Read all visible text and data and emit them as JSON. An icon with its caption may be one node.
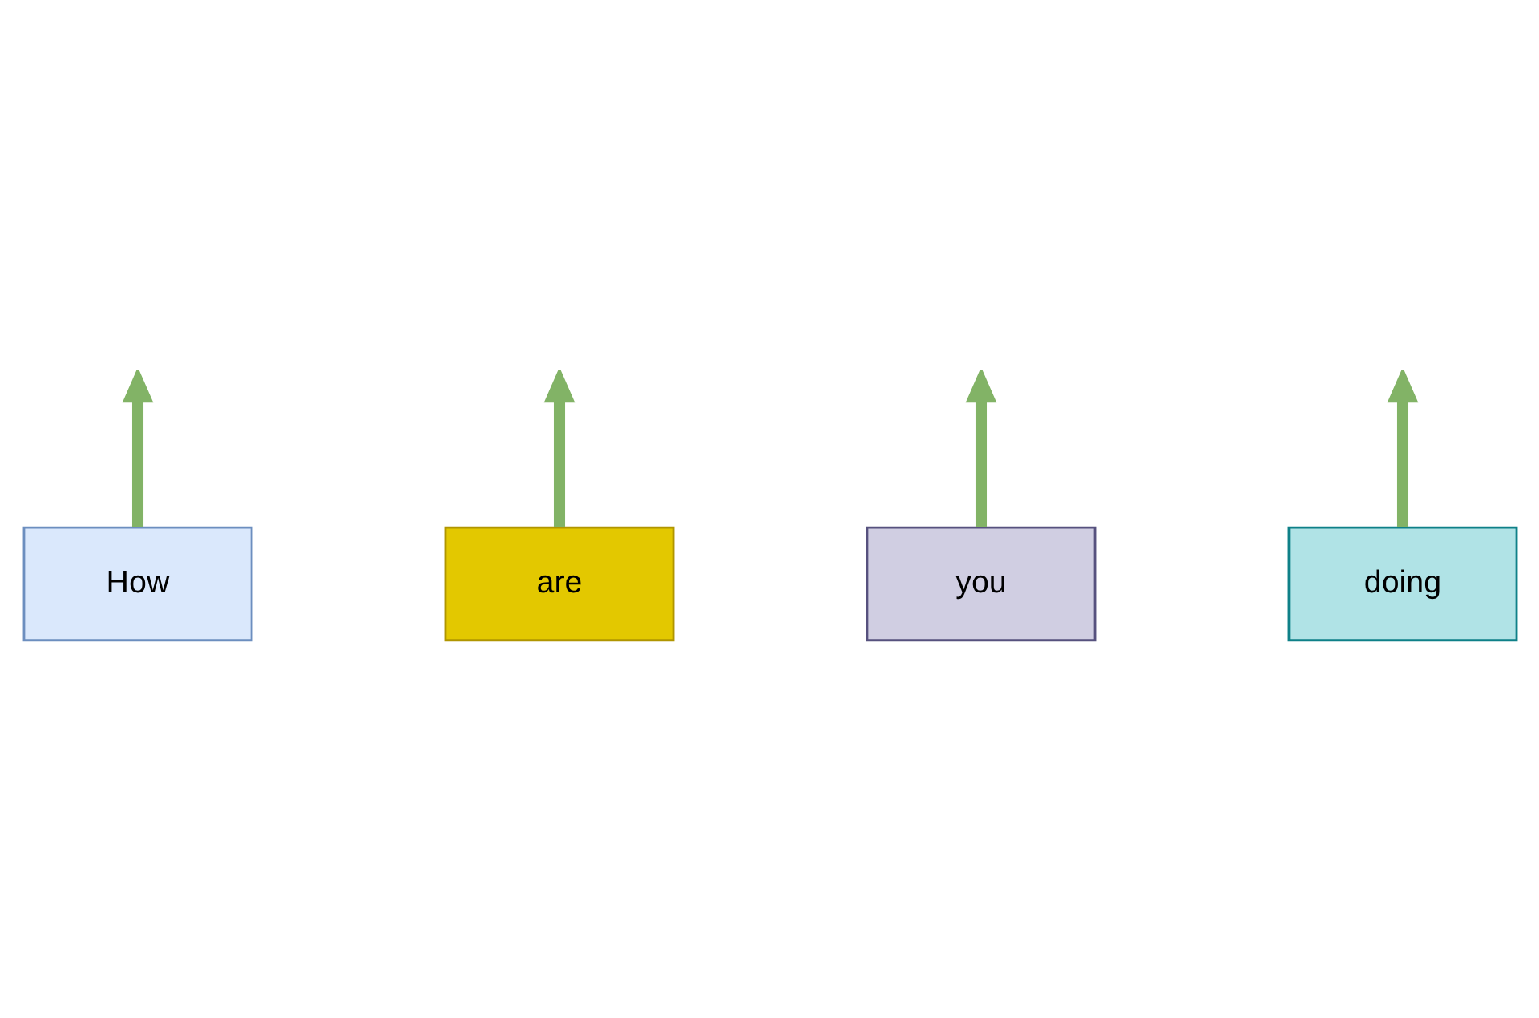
{
  "diagram": {
    "nodes": [
      {
        "text": [
          "How"
        ]
      },
      {
        "text": [
          "are"
        ]
      },
      {
        "text": [
          "you"
        ]
      },
      {
        "text": [
          "doing"
        ]
      }
    ],
    "edges": [
      {
        "from": 0,
        "to": null,
        "arrow": "to"
      },
      {
        "from": 1,
        "to": null,
        "arrow": "to"
      },
      {
        "from": 2,
        "to": null,
        "arrow": "to"
      },
      {
        "from": 3,
        "to": null,
        "arrow": "to"
      }
    ]
  }
}
